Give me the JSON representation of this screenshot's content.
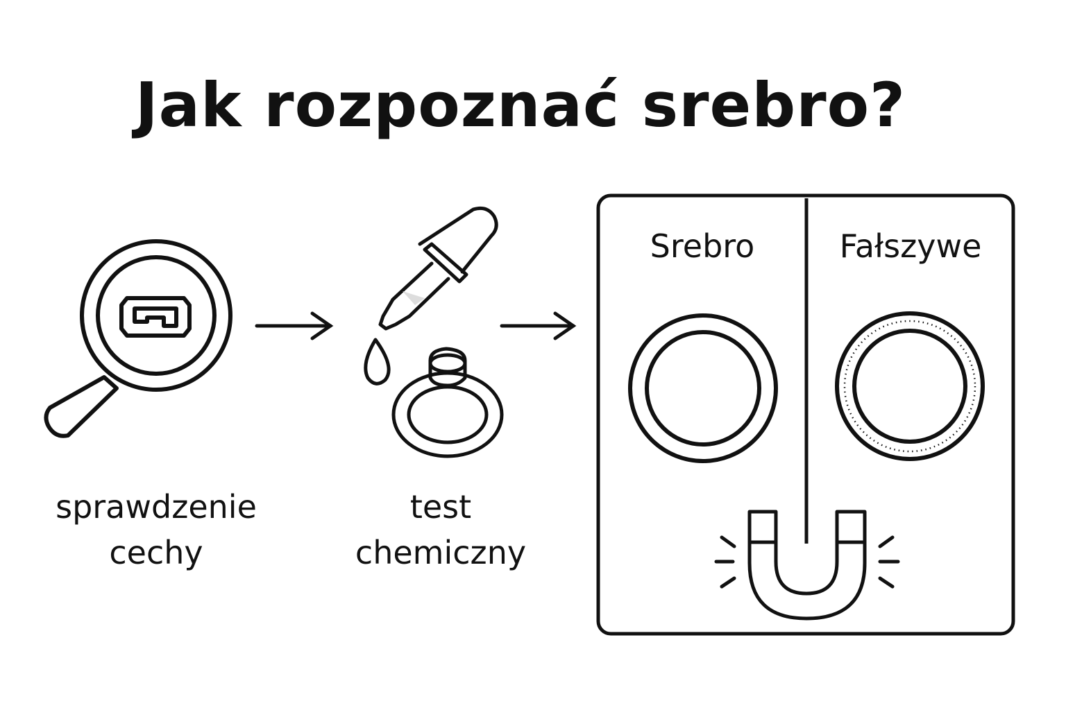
{
  "title": "Jak rozpoznać srebro?",
  "steps": [
    {
      "line1": "sprawdzenie",
      "line2": "cechy",
      "icon": "magnifying-glass-hallmark-icon"
    },
    {
      "line1": "test",
      "line2": "chemiczny",
      "icon": "dropper-ring-icon"
    }
  ],
  "comparison": {
    "left_label": "Srebro",
    "right_label": "Fałszywe",
    "icons": [
      "ring-icon",
      "fake-ring-icon",
      "magnet-icon"
    ]
  },
  "colors": {
    "stroke": "#111111",
    "background": "#ffffff"
  }
}
